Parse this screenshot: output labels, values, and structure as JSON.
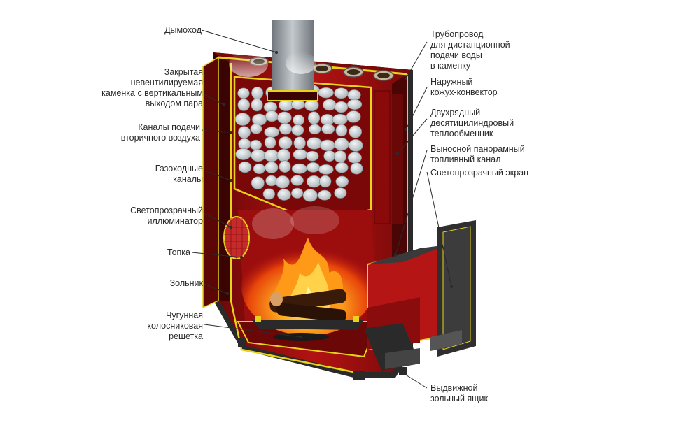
{
  "labels": {
    "chimney": "Дымоход",
    "heater": "Закрытая\nневентилируемая\nкаменка с вертикальным\nвыходом пара",
    "secondary_air": "Каналы подачи\nвторичного воздуха",
    "gas_channels": "Газоходные\nканалы",
    "illuminator": "Светопрозрачный\nиллюминатор",
    "firebox": "Топка",
    "ash_pit": "Зольник",
    "grate": "Чугунная\nколосниковая\nрешетка",
    "water_pipe": "Трубопровод\nдля дистанционной\nподачи воды\nв каменку",
    "casing": "Наружный\nкожух-конвектор",
    "heat_exchanger": "Двухрядный\nдесятицилиндровый\nтеплообменник",
    "fuel_channel": "Выносной панорамный\nтопливный канал",
    "screen": "Светопрозрачный экран",
    "ash_drawer": "Выдвижной\nзольный ящик"
  },
  "colors": {
    "body_red": "#a01010",
    "body_dark": "#5a0606",
    "trim_yellow": "#e8d21a",
    "steel": "#8a8f95",
    "stone": "#cdd3d6",
    "flame": "#ff8a10"
  }
}
